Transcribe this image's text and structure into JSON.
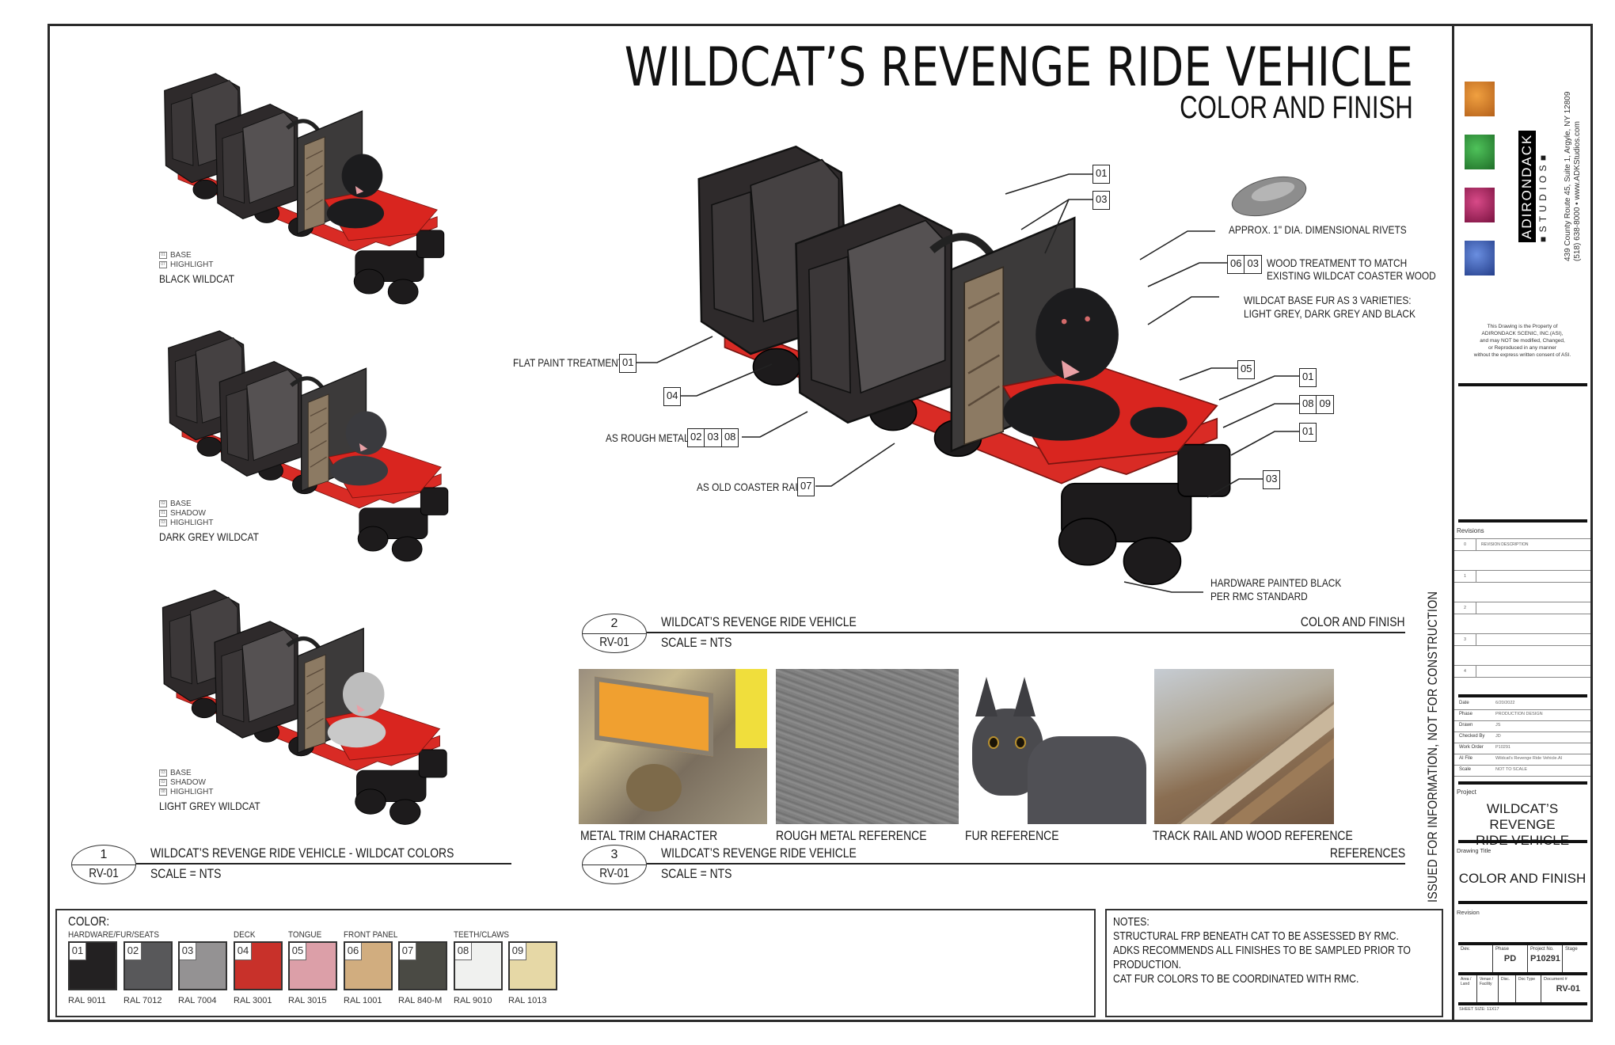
{
  "header": {
    "title": "WILDCAT’S REVENGE RIDE VEHICLE",
    "subtitle": "COLOR AND FINISH"
  },
  "variants": [
    {
      "name": "BLACK WILDCAT",
      "legend": [
        {
          "code": "01",
          "label": "BASE"
        },
        {
          "code": "07",
          "label": "HIGHLIGHT"
        }
      ],
      "fur_color": "#1c1c1e"
    },
    {
      "name": "DARK GREY WILDCAT",
      "legend": [
        {
          "code": "02",
          "label": "BASE"
        },
        {
          "code": "01",
          "label": "SHADOW"
        },
        {
          "code": "03",
          "label": "HIGHLIGHT"
        }
      ],
      "fur_color": "#3a3a3e"
    },
    {
      "name": "LIGHT GREY WILDCAT",
      "legend": [
        {
          "code": "03",
          "label": "BASE"
        },
        {
          "code": "02",
          "label": "SHADOW"
        },
        {
          "code": "08",
          "label": "HIGHLIGHT"
        }
      ],
      "fur_color": "#bdbdbd"
    }
  ],
  "callouts": {
    "flat_paint": {
      "label": "FLAT PAINT TREATMENT",
      "codes": [
        "01"
      ]
    },
    "deck": {
      "codes": [
        "04"
      ]
    },
    "rough_metal": {
      "label": "AS ROUGH METAL",
      "codes": [
        "02",
        "03",
        "08"
      ]
    },
    "coaster_rail": {
      "label": "AS OLD COASTER RAIL",
      "codes": [
        "07"
      ]
    },
    "seat_top": {
      "codes": [
        "01"
      ]
    },
    "seat_insert": {
      "codes": [
        "03"
      ]
    },
    "rivets": {
      "label": "APPROX. 1\" DIA. DIMENSIONAL RIVETS"
    },
    "wood": {
      "label_line1": "WOOD TREATMENT TO MATCH",
      "label_line2": "EXISTING WILDCAT COASTER WOOD",
      "codes": [
        "06",
        "03"
      ]
    },
    "fur": {
      "label_line1": "WILDCAT BASE FUR AS 3 VARIETIES:",
      "label_line2": "LIGHT GREY, DARK GREY AND BLACK"
    },
    "tongue": {
      "codes": [
        "05"
      ]
    },
    "paw": {
      "codes": [
        "01"
      ]
    },
    "claws": {
      "codes": [
        "08",
        "09"
      ]
    },
    "front_block": {
      "codes": [
        "01"
      ]
    },
    "hitch": {
      "codes": [
        "03"
      ]
    },
    "hardware": {
      "label_line1": "HARDWARE PAINTED BLACK",
      "label_line2": "PER RMC STANDARD"
    }
  },
  "views": {
    "view1": {
      "number": "1",
      "sheet": "RV-01",
      "name": "WILDCAT’S REVENGE RIDE VEHICLE - WILDCAT COLORS",
      "scale": "SCALE = NTS"
    },
    "view2": {
      "number": "2",
      "sheet": "RV-01",
      "name": "WILDCAT’S REVENGE RIDE VEHICLE",
      "scale": "SCALE = NTS",
      "right": "COLOR AND FINISH"
    },
    "view3": {
      "number": "3",
      "sheet": "RV-01",
      "name": "WILDCAT’S REVENGE RIDE VEHICLE",
      "scale": "SCALE = NTS",
      "right": "REFERENCES"
    }
  },
  "references": [
    {
      "caption": "METAL TRIM CHARACTER"
    },
    {
      "caption": "ROUGH METAL REFERENCE"
    },
    {
      "caption": "FUR REFERENCE"
    },
    {
      "caption": "TRACK RAIL AND WOOD REFERENCE"
    }
  ],
  "color_legend": {
    "title": "COLOR:",
    "groups": [
      {
        "label": "HARDWARE/FUR/SEATS"
      },
      {
        "label": "DECK"
      },
      {
        "label": "TONGUE"
      },
      {
        "label": "FRONT PANEL"
      },
      {
        "label": "TEETH/CLAWS"
      }
    ],
    "swatches": [
      {
        "code": "01",
        "ral": "RAL 9011",
        "color": "#232122"
      },
      {
        "code": "02",
        "ral": "RAL 7012",
        "color": "#58585a"
      },
      {
        "code": "03",
        "ral": "RAL 7004",
        "color": "#949293"
      },
      {
        "code": "04",
        "ral": "RAL 3001",
        "color": "#c8312a"
      },
      {
        "code": "05",
        "ral": "RAL 3015",
        "color": "#dc9fa8"
      },
      {
        "code": "06",
        "ral": "RAL 1001",
        "color": "#d1ad7f"
      },
      {
        "code": "07",
        "ral": "RAL 840-M",
        "color": "#4a4a44"
      },
      {
        "code": "08",
        "ral": "RAL 9010",
        "color": "#f0f1ef"
      },
      {
        "code": "09",
        "ral": "RAL 1013",
        "color": "#e6d8a6"
      }
    ]
  },
  "notes": {
    "title": "NOTES:",
    "lines": [
      "STRUCTURAL FRP BENEATH CAT TO BE ASSESSED BY RMC.",
      "ADKS RECOMMENDS ALL FINISHES TO BE SAMPLED PRIOR TO",
      "PRODUCTION.",
      "CAT FUR COLORS TO BE COORDINATED WITH RMC."
    ]
  },
  "issued_stamp": "ISSUED FOR INFORMATION, NOT FOR CONSTRUCTION",
  "title_block": {
    "company": "ADIRONDACK",
    "studios": "■ S T U D I O S ■",
    "address": "439 County Route 45, Suite 1, Argyle, NY 12809",
    "contact": "(518) 638-8000  •  www.ADKStudios.com",
    "texture_colors": [
      "#e0862a",
      "#2f9a3a",
      "#b5245f",
      "#3e64b8"
    ],
    "property_notice": [
      "This Drawing is the Property of",
      "ADIRONDACK SCENIC, INC.(ASI),",
      "and may NOT be modified, Changed,",
      "or Reproduced in any manner",
      "without the express written consent of ASI."
    ],
    "revisions_label": "Revisions",
    "revisions": [
      {
        "num": "0",
        "desc": "REVISION DESCRIPTION"
      },
      {
        "num": "1",
        "desc": ""
      },
      {
        "num": "2",
        "desc": ""
      },
      {
        "num": "3",
        "desc": ""
      },
      {
        "num": "4",
        "desc": ""
      }
    ],
    "info": [
      {
        "key": "Date",
        "value": "6/20/2022"
      },
      {
        "key": "Phase",
        "value": "PRODUCTION DESIGN"
      },
      {
        "key": "Drawn",
        "value": "JS"
      },
      {
        "key": "Checked By",
        "value": "JD"
      },
      {
        "key": "Work Order",
        "value": "P10291"
      },
      {
        "key": "AI File",
        "value": "Wildcat's Revenge Ride Vehicle.AI"
      },
      {
        "key": "Scale",
        "value": "NOT TO SCALE"
      }
    ],
    "project_label": "Project",
    "project_line1": "WILDCAT’S REVENGE",
    "project_line2": "RIDE VEHICLE",
    "drawing_title_label": "Drawing Title",
    "drawing_title": "COLOR AND FINISH",
    "revision_label": "Revision",
    "grid1": {
      "dev": "Dev.",
      "phase_label": "Phase",
      "phase": "PD",
      "project_no_label": "Project No.",
      "project_no": "P10291",
      "stage": "Stage"
    },
    "grid2": {
      "area": "Area / Land",
      "venue": "Venue / Facility",
      "disc": "Disc.",
      "doc_type": "Doc Type",
      "doc_num_label": "Document #",
      "doc_num": "RV-01"
    },
    "sheet_size": "SHEET SIZE: 11X17"
  }
}
